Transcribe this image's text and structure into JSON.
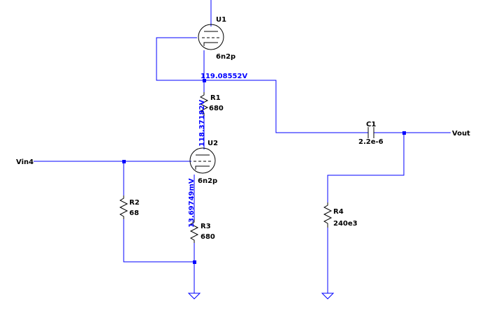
{
  "schematic": {
    "u1": {
      "ref": "U1",
      "value": "6n2p"
    },
    "u2": {
      "ref": "U2",
      "value": "6n2p"
    },
    "r1": {
      "ref": "R1",
      "value": "680"
    },
    "r2": {
      "ref": "R2",
      "value": "68"
    },
    "r3": {
      "ref": "R3",
      "value": "680"
    },
    "r4": {
      "ref": "R4",
      "value": "240e3"
    },
    "c1": {
      "ref": "C1",
      "value": "2.2e-6"
    },
    "nets": {
      "vin": "Vin4",
      "vout": "Vout"
    },
    "voltages": {
      "u1_cathode": "119.08552V",
      "u2_plate": "118.37182V",
      "u2_cathode": "13.69749mV"
    },
    "colors": {
      "wire": "#0000ff",
      "component": "#000000",
      "background": "#ffffff"
    }
  }
}
